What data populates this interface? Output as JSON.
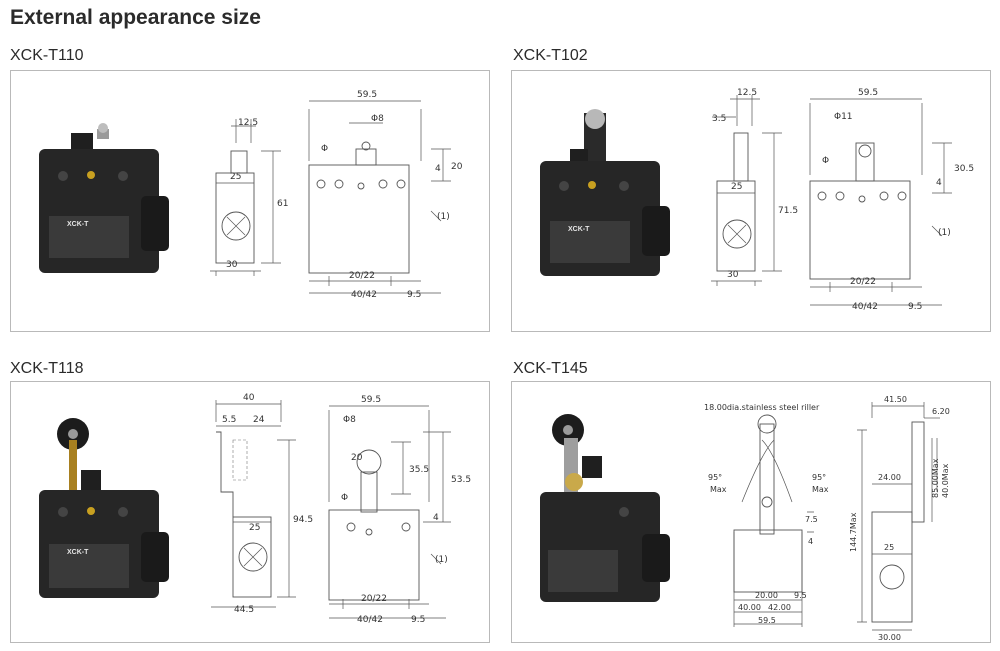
{
  "title": "External appearance size",
  "common": {
    "switch_brand": "XCK-T",
    "housing_color": "#2a2a2a",
    "label_color": "#d9d9d9",
    "accent_color": "#c8a020"
  },
  "panels": [
    {
      "model": "XCK-T110",
      "dims": {
        "d1": "12.5",
        "d2": "61",
        "d3": "25",
        "d4": "30",
        "d5": "59.5",
        "d6": "Φ8",
        "d7": "Φ",
        "d8": "4",
        "d9": "20",
        "d10": "(1)",
        "d11": "20/22",
        "d12": "40/42",
        "d13": "9.5"
      }
    },
    {
      "model": "XCK-T102",
      "dims": {
        "d1": "12.5",
        "d2": "3.5",
        "d3": "71.5",
        "d4": "25",
        "d5": "30",
        "d6": "59.5",
        "d7": "Φ11",
        "d8": "Φ",
        "d9": "4",
        "d10": "30.5",
        "d11": "(1)",
        "d12": "20/22",
        "d13": "40/42",
        "d14": "9.5"
      }
    },
    {
      "model": "XCK-T118",
      "dims": {
        "d1": "40",
        "d2": "5.5",
        "d3": "24",
        "d4": "94.5",
        "d5": "25",
        "d6": "44.5",
        "d7": "59.5",
        "d8": "Φ8",
        "d9": "20",
        "d10": "35.5",
        "d11": "53.5",
        "d12": "Φ",
        "d13": "4",
        "d14": "(1)",
        "d15": "20/22",
        "d16": "40/42",
        "d17": "9.5"
      }
    },
    {
      "model": "XCK-T145",
      "dims": {
        "d1": "18.00dia.stainless steel riller",
        "d2": "95°",
        "d3": "Max",
        "d4": "95°",
        "d5": "Max",
        "d6": "7.5",
        "d7": "4",
        "d8": "20.00",
        "d9": "9.5",
        "d10": "40.00",
        "d11": "42.00",
        "d12": "59.5",
        "d13": "41.50",
        "d14": "6.20",
        "d15": "24.00",
        "d16": "85.00Max",
        "d17": "40.0Max",
        "d18": "144.7Max",
        "d19": "25",
        "d20": "30.00"
      }
    }
  ]
}
